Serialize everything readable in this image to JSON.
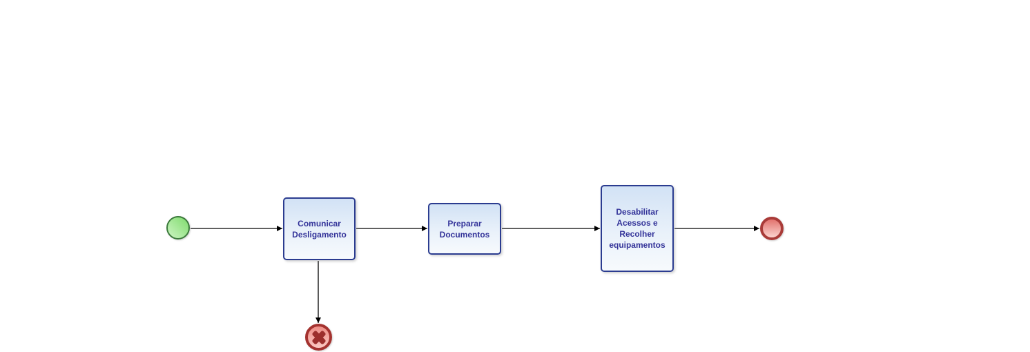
{
  "diagram": {
    "type": "bpmn-process",
    "background": "#FFFFFF",
    "tasks": [
      {
        "id": "task-comunicar-desligamento",
        "label": "Comunicar\nDesligamento"
      },
      {
        "id": "task-preparar-documentos",
        "label": "Preparar\nDocumentos"
      },
      {
        "id": "task-desabilitar-acessos",
        "label": "Desabilitar\nAcessos e\nRecolher\nequipamentos"
      }
    ],
    "events": {
      "start": {
        "kind": "start-event",
        "shape": "circle"
      },
      "end": {
        "kind": "end-event",
        "shape": "thick-border-circle"
      },
      "cancel": {
        "kind": "cancel-end-event",
        "shape": "thick-border-circle-with-x",
        "icon": "x-cross"
      }
    },
    "connectors": [
      {
        "from": "start-event",
        "to": "task-comunicar-desligamento"
      },
      {
        "from": "task-comunicar-desligamento",
        "to": "task-preparar-documentos"
      },
      {
        "from": "task-preparar-documentos",
        "to": "task-desabilitar-acessos"
      },
      {
        "from": "task-desabilitar-acessos",
        "to": "end-event"
      },
      {
        "from": "task-comunicar-desligamento",
        "to": "cancel-end-event"
      }
    ],
    "colors": {
      "task_border": "#2B3C90",
      "task_fill_top": "#D2E2F5",
      "task_fill_bottom": "#F7FAFD",
      "task_text": "#333399",
      "start_border": "#3C7A3C",
      "start_fill": "#7FDB6D",
      "end_border": "#A93B38",
      "end_fill": "#E2736E",
      "cancel_border": "#A4322F",
      "cancel_x": "#9C2F2C",
      "flow_line": "#000000"
    }
  }
}
